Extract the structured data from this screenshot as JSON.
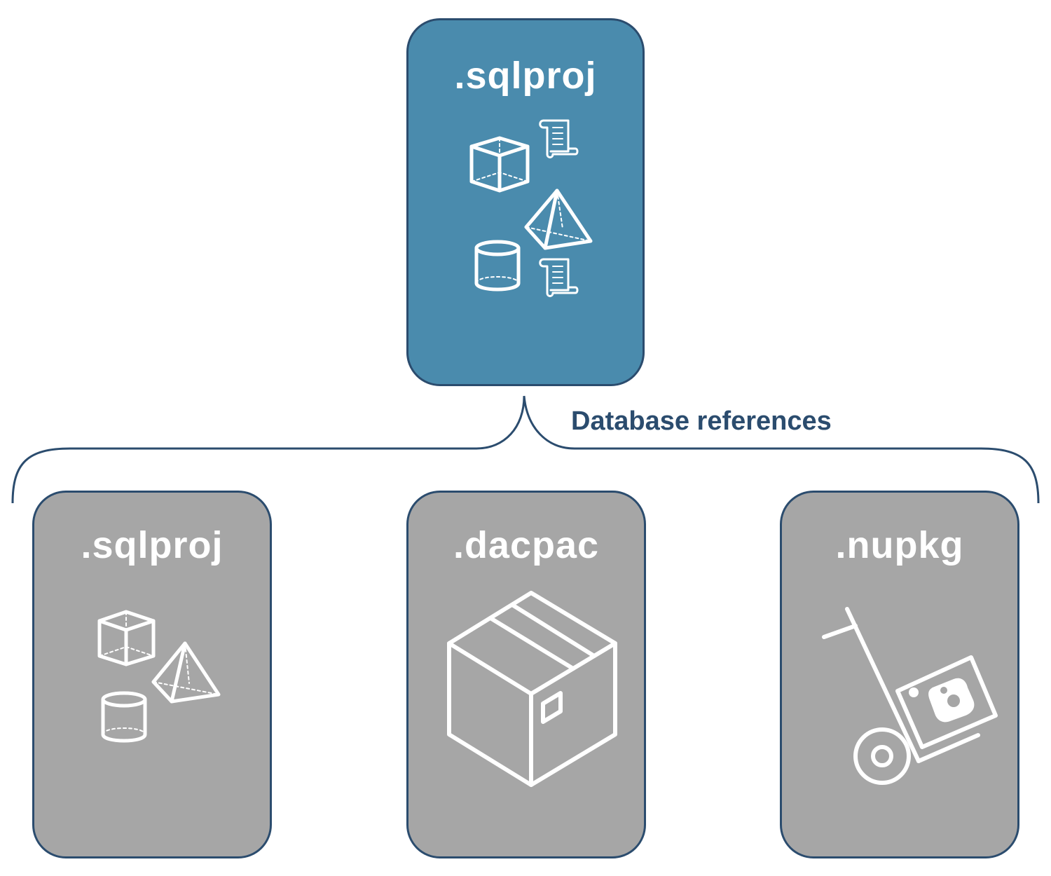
{
  "primary": {
    "title": ".sqlproj",
    "color": "#4a8bad"
  },
  "connector": {
    "label": "Database references",
    "color": "#2b4c6e"
  },
  "references": [
    {
      "title": ".sqlproj",
      "icon": "database-objects-icon"
    },
    {
      "title": ".dacpac",
      "icon": "package-box-icon"
    },
    {
      "title": ".nupkg",
      "icon": "hand-truck-nuget-icon"
    }
  ],
  "reference_color": "#a6a6a6",
  "border_color": "#2b4c6e"
}
